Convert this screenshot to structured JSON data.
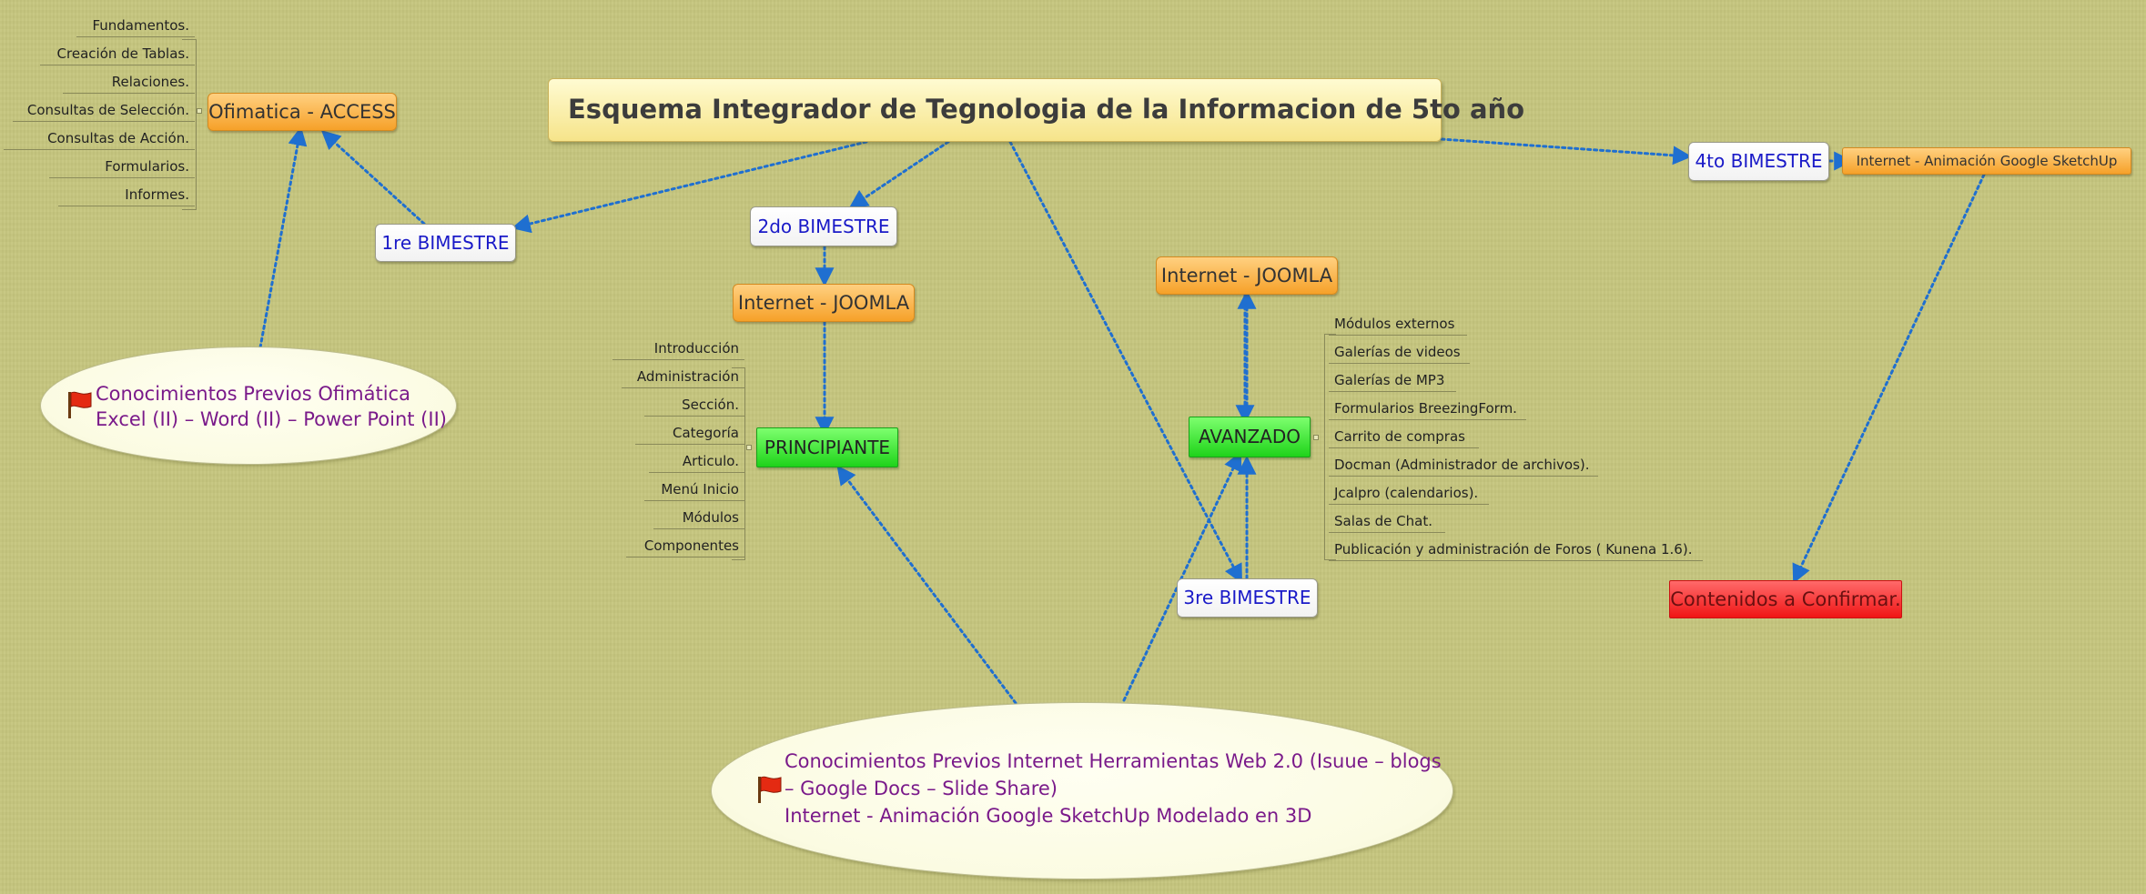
{
  "title": "Esquema Integrador de Tegnologia de la Informacion de 5to año",
  "bimestres": {
    "b1": "1re BIMESTRE",
    "b2": "2do BIMESTRE",
    "b3": "3re BIMESTRE",
    "b4": "4to BIMESTRE"
  },
  "topics": {
    "access": "Ofimatica - ACCESS",
    "joomla_2": "Internet - JOOMLA",
    "joomla_3": "Internet - JOOMLA",
    "sketchup": "Internet - Animación Google SketchUp",
    "principiante": "PRINCIPIANTE",
    "avanzado": "AVANZADO",
    "confirmar": "Contenidos a Confirmar."
  },
  "access_items": [
    "Fundamentos.",
    "Creación de Tablas.",
    "Relaciones.",
    "Consultas de Selección.",
    "Consultas de Acción.",
    "Formularios.",
    "Informes."
  ],
  "principiante_items": [
    "Introducción",
    "Administración",
    "Sección.",
    "Categoría",
    "Articulo.",
    "Menú Inicio",
    "Módulos",
    "Componentes"
  ],
  "avanzado_items": [
    "Módulos externos",
    "Galerías de videos",
    "Galerías de MP3",
    "Formularios BreezingForm.",
    "Carrito de compras",
    "Docman (Administrador de archivos).",
    "Jcalpro (calendarios).",
    "Salas de Chat.",
    "Publicación y administración de Foros ( Kunena 1.6)."
  ],
  "notes": {
    "ofimatica": [
      "Conocimientos Previos Ofimática",
      "Excel (II) – Word (II) – Power Point (II)"
    ],
    "internet": [
      "Conocimientos Previos Internet Herramientas Web 2.0 (Isuue – blogs",
      "– Google Docs – Slide Share)",
      "Internet - Animación Google SketchUp Modelado en 3D"
    ]
  },
  "icons": {
    "note_flag": "red-flag-icon"
  },
  "colors": {
    "background": "#c6c67e",
    "link": "#1f6fd0",
    "bimestre_text": "#1a1ac8",
    "note_text": "#7a1a8a",
    "topic_orange": "#f6a129",
    "level_green": "#1fd31a",
    "pending_red": "#f01515"
  }
}
